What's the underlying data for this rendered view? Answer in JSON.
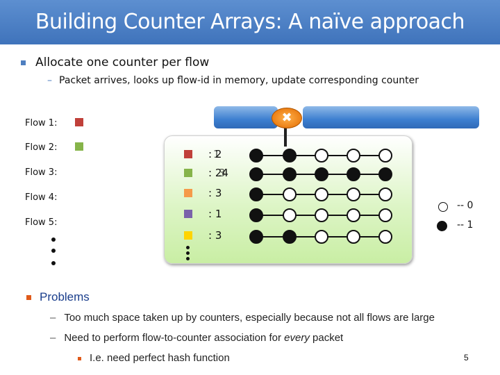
{
  "title": "Building Counter Arrays: A naïve approach",
  "bullet": "Allocate one counter per flow",
  "sub_bullet": "Packet arrives, looks up flow-id in memory, update corresponding counter",
  "flows": [
    {
      "label": "Flow 1:",
      "color": "#c0403a"
    },
    {
      "label": "Flow 2:",
      "color": "#86b44a"
    },
    {
      "label": "Flow 3:",
      "color": ""
    },
    {
      "label": "Flow 4:",
      "color": ""
    },
    {
      "label": "Flow 5:",
      "color": ""
    }
  ],
  "counters": [
    {
      "color": "#c0403a",
      "value": ": 2",
      "overlay": "1",
      "bits": [
        1,
        1,
        0,
        0,
        0
      ]
    },
    {
      "color": "#86b44a",
      "value": ": 24",
      "overlay": "3",
      "bits": [
        1,
        1,
        1,
        1,
        1
      ]
    },
    {
      "color": "#f59a4a",
      "value": ": 3",
      "overlay": "",
      "bits": [
        1,
        0,
        0,
        0,
        0
      ]
    },
    {
      "color": "#7a62aa",
      "value": ": 1",
      "overlay": "",
      "bits": [
        1,
        0,
        0,
        0,
        0
      ]
    },
    {
      "color": "#ffd400",
      "value": ": 3",
      "overlay": "",
      "bits": [
        1,
        1,
        0,
        0,
        0
      ]
    }
  ],
  "legend": [
    {
      "state": "empty",
      "text": "-- 0"
    },
    {
      "state": "filled",
      "text": "-- 1"
    }
  ],
  "problems": {
    "heading": "Problems",
    "items": [
      {
        "text": "Too much space taken up by counters, especially because not all flows are large"
      },
      {
        "prefix": "Need to perform flow-to-counter association for ",
        "emph": "every",
        "suffix": " packet"
      }
    ],
    "sub_item": "I.e. need perfect hash function"
  },
  "page_number": "5",
  "icons": {
    "router": "router-x-icon"
  }
}
